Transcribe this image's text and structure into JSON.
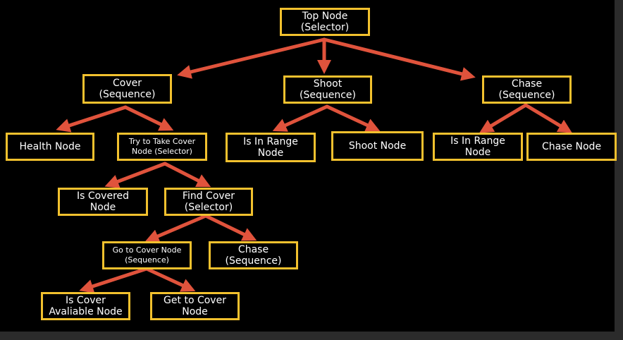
{
  "colors": {
    "background": "#000000",
    "frame": "#2b2b2b",
    "node_border": "#f2c12e",
    "node_text": "#ffffff",
    "arrow": "#e0533c"
  },
  "nodes": {
    "top": "Top Node\n(Selector)",
    "cover": "Cover\n(Sequence)",
    "shoot": "Shoot\n(Sequence)",
    "chase": "Chase\n(Sequence)",
    "health": "Health Node",
    "try_cover": "Try to Take Cover\nNode (Selector)",
    "in_range_1": "Is In Range\nNode",
    "shoot_node": "Shoot Node",
    "in_range_2": "Is In Range\nNode",
    "chase_node": "Chase Node",
    "is_covered": "Is Covered\nNode",
    "find_cover": "Find Cover\n(Selector)",
    "go_to_cover": "Go to Cover Node\n(Sequence)",
    "chase_seq": "Chase\n(Sequence)",
    "cover_available": "Is Cover\nAvaliable Node",
    "get_to_cover": "Get to Cover\nNode"
  }
}
